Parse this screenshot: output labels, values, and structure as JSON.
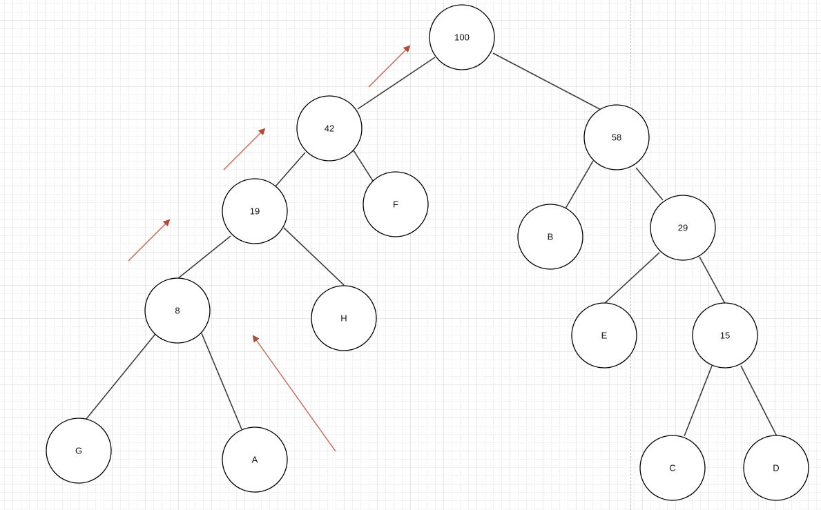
{
  "diagram": {
    "nodes": {
      "n100": "100",
      "n42": "42",
      "n58": "58",
      "n19": "19",
      "nF": "F",
      "nB": "B",
      "n29": "29",
      "n8": "8",
      "nH": "H",
      "nE": "E",
      "n15": "15",
      "nG": "G",
      "nA": "A",
      "nC": "C",
      "nD": "D"
    },
    "colors": {
      "edge": "#3a3a3a",
      "node_border": "#000000",
      "arrow": "#cc7766",
      "arrowhead": "#b24a3a"
    }
  }
}
